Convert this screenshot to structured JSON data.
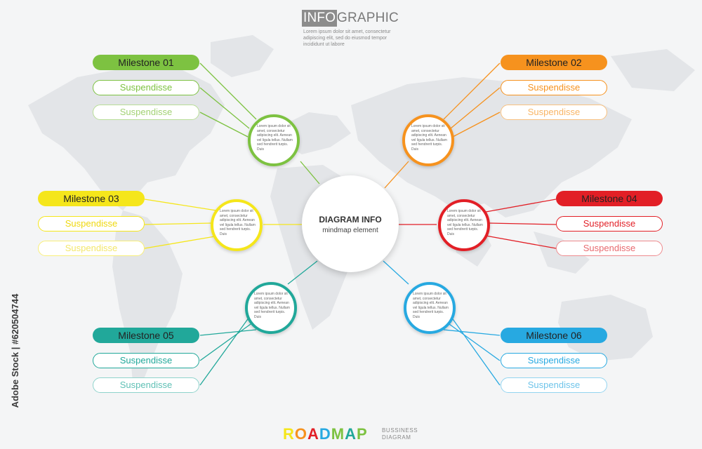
{
  "header": {
    "title_highlight": "INFO",
    "title_rest": "GRAPHIC",
    "subtitle": "Lorem ipsum dolor sit amet, consectetur adipiscing elit, sed do eiusmod tempor incididunt ut labore"
  },
  "center": {
    "title": "DIAGRAM INFO",
    "subtitle": "mindmap  element"
  },
  "node_text": "Lorem ipsum dolor sit amet, consectetur adipiscing elit. Aenean vel ligula tellus. Nullam sed hendrerit turpis. Duis",
  "milestones": [
    {
      "label": "Milestone 01",
      "color": "#7dc241",
      "items": [
        "Suspendisse",
        "Suspendisse"
      ]
    },
    {
      "label": "Milestone 02",
      "color": "#f6921e",
      "items": [
        "Suspendisse",
        "Suspendisse"
      ]
    },
    {
      "label": "Milestone 03",
      "color": "#f5e61b",
      "items": [
        "Suspendisse",
        "Suspendisse"
      ]
    },
    {
      "label": "Milestone 04",
      "color": "#e21f26",
      "items": [
        "Suspendisse",
        "Suspendisse"
      ]
    },
    {
      "label": "Milestone 05",
      "color": "#21a89a",
      "items": [
        "Suspendisse",
        "Suspendisse"
      ]
    },
    {
      "label": "Milestone 06",
      "color": "#27a9e1",
      "items": [
        "Suspendisse",
        "Suspendisse"
      ]
    }
  ],
  "footer": {
    "roadmap_letters": [
      "R",
      "O",
      "A",
      "D",
      "M",
      "A",
      "P"
    ],
    "roadmap_colors": [
      "#f5e61b",
      "#f6921e",
      "#e21f26",
      "#27a9e1",
      "#7dc241",
      "#21a89a",
      "#7dc241"
    ],
    "business": "BUSSINESS",
    "diagram": "DIAGRAM"
  },
  "side_id": "Adobe Stock | #620504744"
}
